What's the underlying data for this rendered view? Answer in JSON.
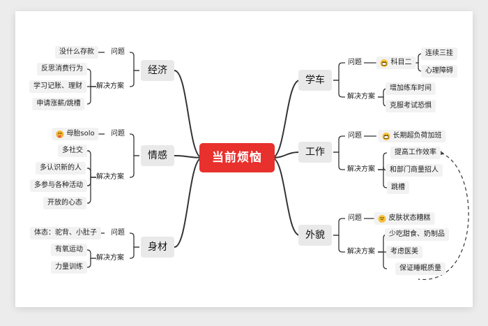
{
  "root": "当前烦恼",
  "colors": {
    "root": "#e8302d",
    "line": "#333333",
    "dash": "#333333"
  },
  "branches": {
    "jingji": {
      "label": "经济",
      "problem_label": "问题",
      "problem_items": [
        "没什么存款"
      ],
      "solution_label": "解决方案",
      "solution_items": [
        "反思消费行为",
        "学习记账、理财",
        "申请涨薪/跳槽"
      ]
    },
    "qinggan": {
      "label": "情感",
      "problem_label": "问题",
      "problem_items": [
        {
          "text": "母胎solo",
          "icon": "crazy-face-icon"
        }
      ],
      "solution_label": "解决方案",
      "solution_items": [
        "多社交",
        "多认识新的人",
        "多参与各种活动",
        "开放的心态"
      ]
    },
    "shencai": {
      "label": "身材",
      "problem_label": "问题",
      "problem_items": [
        "体态：驼背、小肚子"
      ],
      "solution_label": "解决方案",
      "solution_items": [
        "有氧运动",
        "力量训练"
      ]
    },
    "xueche": {
      "label": "学车",
      "problem_label": "问题",
      "problem_item": {
        "text": "科目二",
        "icon": "grimacing-face-icon"
      },
      "problem_subitems": [
        "连续三挂",
        "心理障碍"
      ],
      "solution_label": "解决方案",
      "solution_items": [
        "增加练车时间",
        "克服考试恐惧"
      ]
    },
    "gongzuo": {
      "label": "工作",
      "problem_label": "问题",
      "problem_items": [
        {
          "text": "长期超负荷加班",
          "icon": "grimacing-face-icon"
        }
      ],
      "solution_label": "解决方案",
      "solution_items": [
        "提高工作效率",
        "和部门商量招人",
        "跳槽"
      ]
    },
    "waimao": {
      "label": "外貌",
      "problem_label": "问题",
      "problem_items": [
        {
          "text": "皮肤状态糟糕",
          "icon": "worried-face-icon"
        }
      ],
      "solution_label": "解决方案",
      "solution_items": [
        "少吃甜食、奶制品",
        "考虑医美",
        "保证睡眠质量"
      ]
    }
  }
}
